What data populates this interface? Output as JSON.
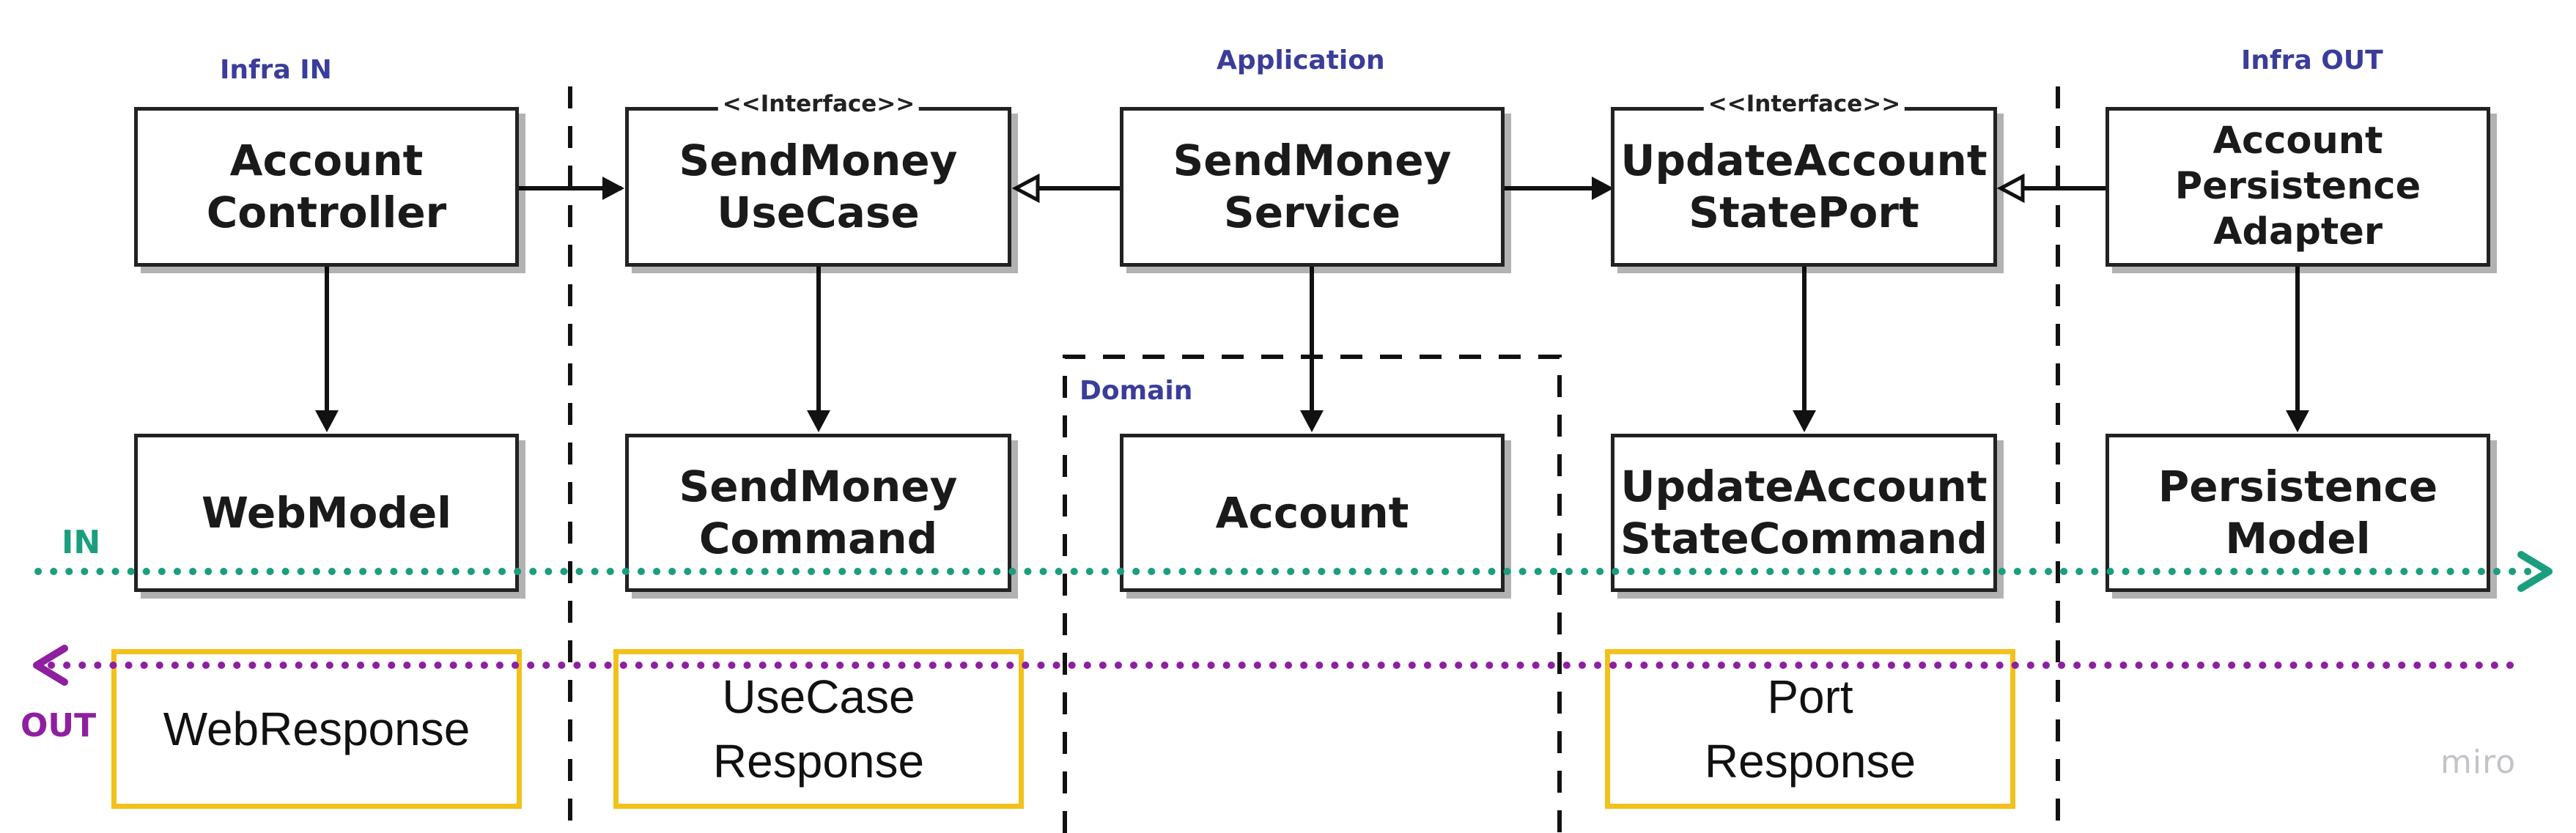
{
  "zones": {
    "infra_in": "Infra IN",
    "application": "Application",
    "infra_out": "Infra  OUT",
    "domain": "Domain"
  },
  "stereotype": "<<Interface>>",
  "boxes": {
    "account_controller": "Account\nController",
    "send_money_use_case": "SendMoney\nUseCase",
    "send_money_service": "SendMoney\nService",
    "update_account_state_port": "UpdateAccount\nStatePort",
    "account_persistence_adapter": "Account\nPersistence\nAdapter",
    "web_model": "WebModel",
    "send_money_command": "SendMoney\nCommand",
    "account": "Account",
    "update_account_state_command": "UpdateAccount\nStateCommand",
    "persistence_model": "Persistence\nModel"
  },
  "responses": {
    "web_response": "WebResponse",
    "use_case_response": "UseCase\nResponse",
    "port_response": "Port\nResponse"
  },
  "flows": {
    "in_label": "IN",
    "out_label": "OUT",
    "in_color": "#1b9e7e",
    "out_color": "#8e1fa0"
  },
  "colors": {
    "zone_label": "#3a3d9a",
    "response_border": "#f2c11b"
  },
  "watermark": "miro"
}
